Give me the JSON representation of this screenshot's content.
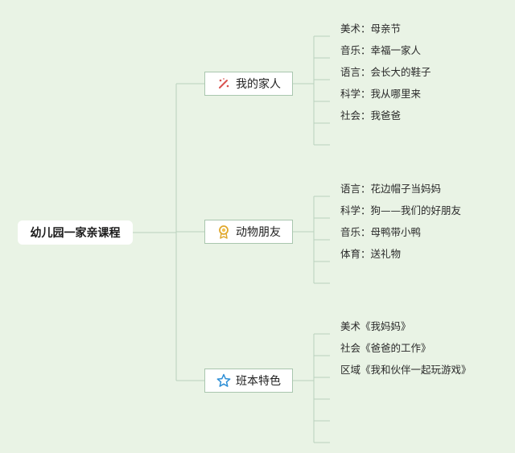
{
  "root": {
    "label": "幼儿园一家亲课程"
  },
  "branches": [
    {
      "label": "我的家人",
      "icon": "wand-icon",
      "leaves": [
        "美术：母亲节",
        "音乐：幸福一家人",
        "语言：会长大的鞋子",
        "科学：我从哪里来",
        "社会：我爸爸",
        ""
      ]
    },
    {
      "label": "动物朋友",
      "icon": "medal-icon",
      "leaves": [
        "语言：花边帽子当妈妈",
        "科学：狗——我们的好朋友",
        "音乐：母鸭带小鸭",
        "体育：送礼物",
        ""
      ]
    },
    {
      "label": "班本特色",
      "icon": "star-icon",
      "leaves": [
        "美术《我妈妈》",
        "社会《爸爸的工作》",
        "区域《我和伙伴一起玩游戏》",
        "",
        "",
        ""
      ]
    }
  ],
  "colors": {
    "background": "#e9f3e5",
    "line": "#b9d2bd",
    "node_border": "#a9c6ae"
  }
}
